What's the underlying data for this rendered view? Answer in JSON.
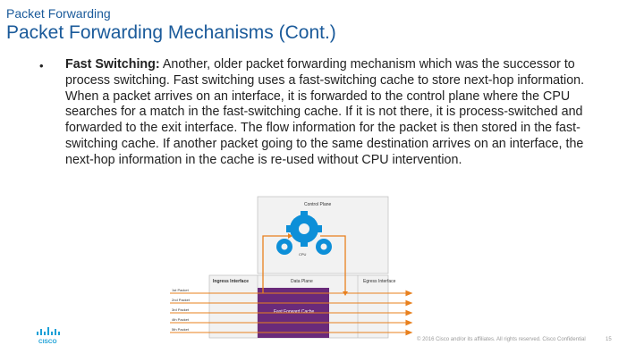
{
  "header": {
    "section": "Packet Forwarding",
    "title": "Packet Forwarding Mechanisms (Cont.)"
  },
  "bullet": {
    "marker": "•",
    "bold_lead": "Fast Switching:",
    "text": " Another, older packet forwarding mechanism which was the successor to process switching. Fast switching uses a fast-switching cache to store next-hop information. When a packet arrives on an interface, it is forwarded to the control plane where the CPU searches for a match in the fast-switching cache. If it is not there, it is process-switched and forwarded to the exit interface. The flow information for the packet is then stored in the fast-switching cache. If another packet going to the same destination arrives on an interface, the next-hop information in the cache is re-used without CPU intervention."
  },
  "diagram": {
    "control_plane": "Control Plane",
    "cpu": "CPU",
    "ingress": "Ingress Interface",
    "egress": "Egress Interface",
    "data_plane": "Data Plane",
    "cache": "Fast Forward Cache",
    "packets": [
      "1st Packet",
      "2nd Packet",
      "3rd Packet",
      "4th Packet",
      "5th Packet"
    ]
  },
  "footer": {
    "copyright": "© 2016  Cisco and/or its affiliates. All rights reserved.   Cisco Confidential",
    "page": "15",
    "logo_text": "CISCO"
  },
  "colors": {
    "title_blue": "#1a5a9a",
    "gear_blue": "#0d8fd8",
    "arrow_orange": "#e8801e",
    "cache_purple": "#6a2a7a"
  }
}
